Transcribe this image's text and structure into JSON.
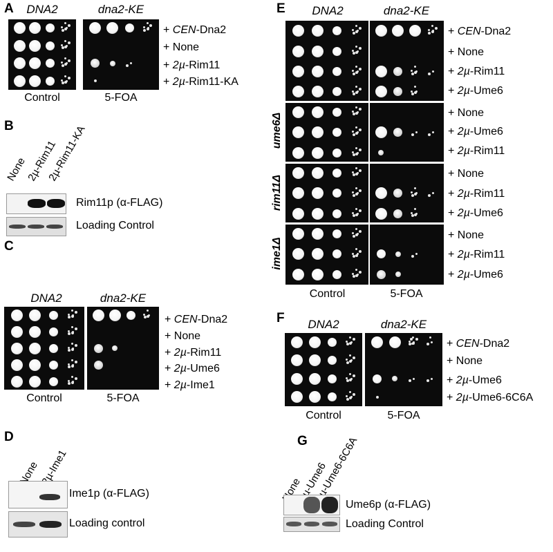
{
  "panels": {
    "A": "A",
    "B": "B",
    "C": "C",
    "D": "D",
    "E": "E",
    "F": "F",
    "G": "G"
  },
  "headers": {
    "wt": "DNA2",
    "mut": "dna2-KE"
  },
  "captions": {
    "control": "Control",
    "foa": "5-FOA"
  },
  "rows": {
    "A": [
      {
        "prefix": "+ ",
        "italic": "CEN",
        "rest": "-Dna2"
      },
      {
        "prefix": "+ ",
        "italic": "",
        "rest": "None"
      },
      {
        "prefix": "+ ",
        "italic": "2µ",
        "rest": "-Rim11"
      },
      {
        "prefix": "+ ",
        "italic": "2µ",
        "rest": "-Rim11-KA"
      }
    ],
    "C": [
      {
        "prefix": "+ ",
        "italic": "CEN",
        "rest": "-Dna2"
      },
      {
        "prefix": "+ ",
        "italic": "",
        "rest": "None"
      },
      {
        "prefix": "+ ",
        "italic": "2µ",
        "rest": "-Rim11"
      },
      {
        "prefix": "+ ",
        "italic": "2µ",
        "rest": "-Ume6"
      },
      {
        "prefix": "+ ",
        "italic": "2µ",
        "rest": "-Ime1"
      }
    ],
    "E": [
      {
        "prefix": "+ ",
        "italic": "CEN",
        "rest": "-Dna2"
      },
      {
        "prefix": "+ ",
        "italic": "",
        "rest": "None"
      },
      {
        "prefix": "+ ",
        "italic": "2µ",
        "rest": "-Rim11"
      },
      {
        "prefix": "+ ",
        "italic": "2µ",
        "rest": "-Ume6"
      },
      {
        "prefix": "+ ",
        "italic": "",
        "rest": "None"
      },
      {
        "prefix": "+ ",
        "italic": "2µ",
        "rest": "-Ume6"
      },
      {
        "prefix": "+ ",
        "italic": "2µ",
        "rest": "-Rim11"
      },
      {
        "prefix": "+ ",
        "italic": "",
        "rest": "None"
      },
      {
        "prefix": "+ ",
        "italic": "2µ",
        "rest": "-Rim11"
      },
      {
        "prefix": "+ ",
        "italic": "2µ",
        "rest": "-Ume6"
      },
      {
        "prefix": "+ ",
        "italic": "",
        "rest": "None"
      },
      {
        "prefix": "+ ",
        "italic": "2µ",
        "rest": "-Rim11"
      },
      {
        "prefix": "+ ",
        "italic": "2µ",
        "rest": "-Ume6"
      }
    ],
    "F": [
      {
        "prefix": "+ ",
        "italic": "CEN",
        "rest": "-Dna2"
      },
      {
        "prefix": "+ ",
        "italic": "",
        "rest": "None"
      },
      {
        "prefix": "+ ",
        "italic": "2µ",
        "rest": "-Ume6"
      },
      {
        "prefix": "+ ",
        "italic": "2µ",
        "rest": "-Ume6-6C6A"
      }
    ]
  },
  "strains": {
    "ume6": "ume6Δ",
    "rim11": "rim11Δ",
    "ime1": "ime1Δ"
  },
  "blotB": {
    "lanes": [
      "None",
      "2µ-Rim11",
      "2µ-Rim11-KA"
    ],
    "top": "Rim11p (α-FLAG)",
    "bottom": "Loading Control"
  },
  "blotD": {
    "lanes": [
      "None",
      "2µ-Ime1"
    ],
    "top": "Ime1p (α-FLAG)",
    "bottom": "Loading control"
  },
  "blotG": {
    "lanes": [
      "None",
      "2µ-Ume6",
      "2µ-Ume6-6C6A"
    ],
    "top": "Ume6p (α-FLAG)",
    "bottom": "Loading Control"
  }
}
